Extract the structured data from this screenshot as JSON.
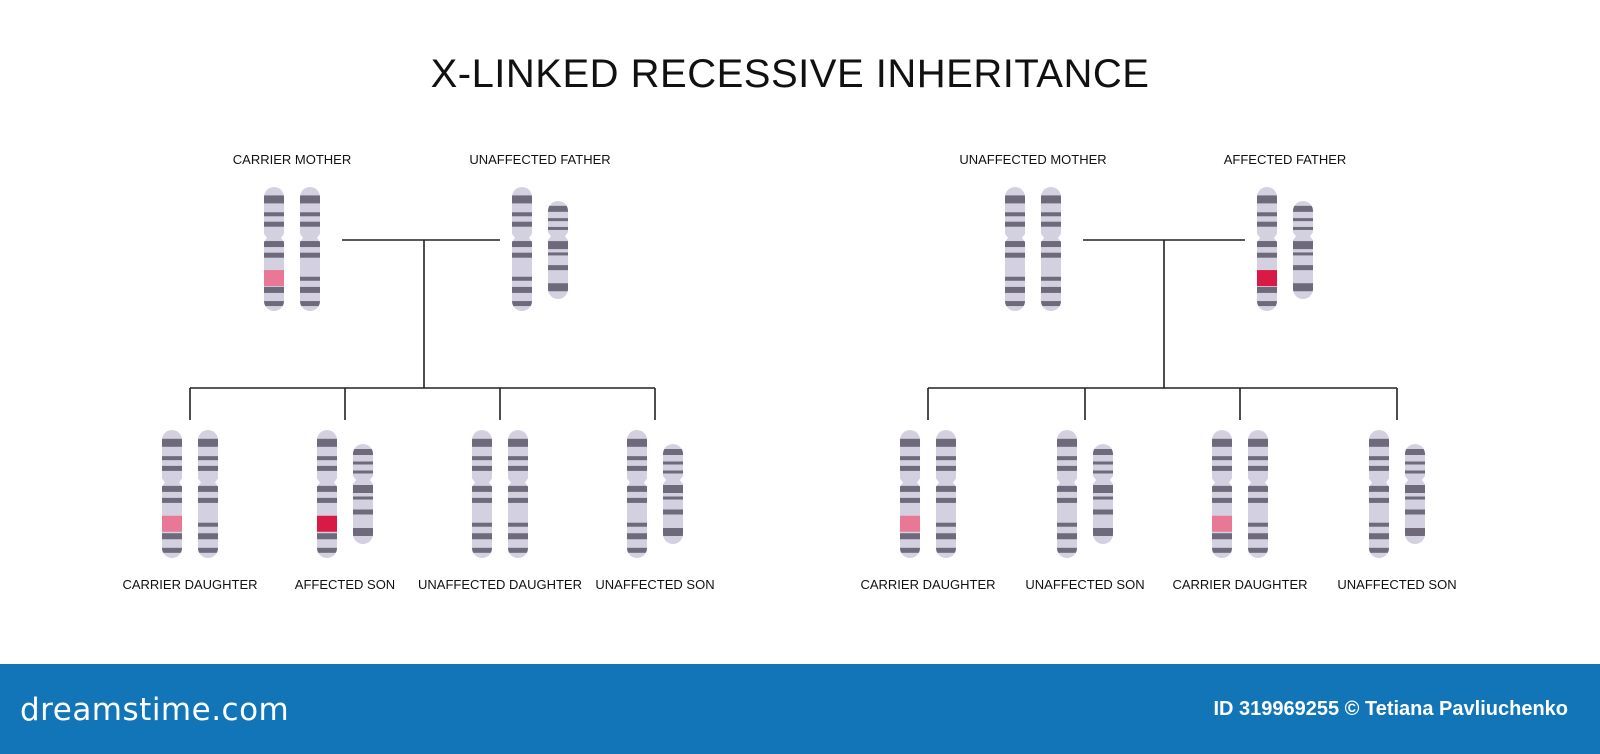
{
  "title": "X-LINKED RECESSIVE INHERITANCE",
  "panels": [
    {
      "parents": [
        {
          "label": "CARRIER MOTHER",
          "type": "XX",
          "affected": [
            true,
            false
          ]
        },
        {
          "label": "UNAFFECTED FATHER",
          "type": "XY",
          "affected": [
            false,
            false
          ]
        }
      ],
      "children": [
        {
          "label": "CARRIER DAUGHTER",
          "type": "XX",
          "affected": [
            true,
            false
          ]
        },
        {
          "label": "AFFECTED SON",
          "type": "XY",
          "affected": [
            true,
            false
          ]
        },
        {
          "label": "UNAFFECTED DAUGHTER",
          "type": "XX",
          "affected": [
            false,
            false
          ]
        },
        {
          "label": "UNAFFECTED SON",
          "type": "XY",
          "affected": [
            false,
            false
          ]
        }
      ]
    },
    {
      "parents": [
        {
          "label": "UNAFFECTED MOTHER",
          "type": "XX",
          "affected": [
            false,
            false
          ]
        },
        {
          "label": "AFFECTED FATHER",
          "type": "XY",
          "affected": [
            true,
            false
          ]
        }
      ],
      "children": [
        {
          "label": "CARRIER DAUGHTER",
          "type": "XX",
          "affected": [
            true,
            false
          ]
        },
        {
          "label": "UNAFFECTED SON",
          "type": "XY",
          "affected": [
            false,
            false
          ]
        },
        {
          "label": "CARRIER DAUGHTER",
          "type": "XX",
          "affected": [
            true,
            false
          ]
        },
        {
          "label": "UNAFFECTED SON",
          "type": "XY",
          "affected": [
            false,
            false
          ]
        }
      ]
    }
  ],
  "colors": {
    "chromosome": "#d3d1e0",
    "band": "#6e6a7c",
    "carrier": "#e87896",
    "affected": "#d91a46",
    "line": "#222222"
  },
  "footer": {
    "logo": "dreamstime.com",
    "credit": "ID 319969255 © Tetiana Pavliuchenko"
  }
}
